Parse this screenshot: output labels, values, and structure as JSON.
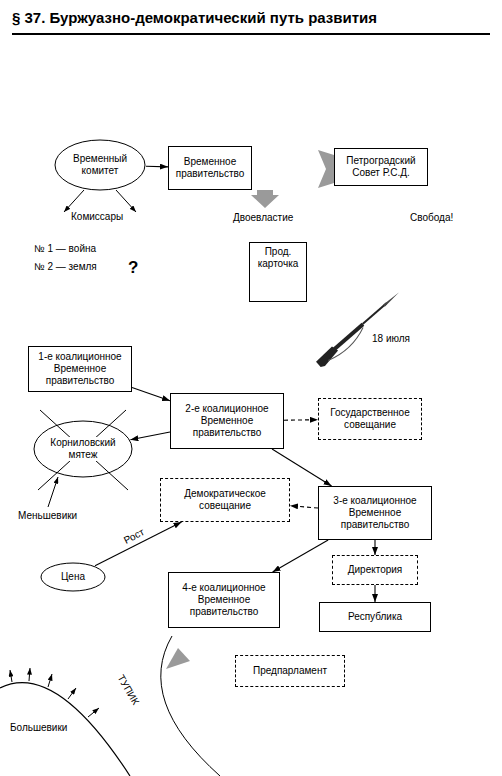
{
  "diagram": {
    "title": "§ 37. Буржуазно-демократический путь развития",
    "nodes": [
      {
        "text": [
          "Временный комитет"
        ]
      },
      {
        "text": [
          "Временное правительство"
        ]
      },
      {
        "text": [
          "Петроградский Совет Р.С.Д."
        ]
      },
      {
        "text": [
          "Прод. карточка"
        ]
      },
      {
        "text": [
          "1-е коалиционное Временное правительство"
        ]
      },
      {
        "text": [
          "2-е коалиционное Временное правительство"
        ]
      },
      {
        "text": [
          "Государственное совещание"
        ]
      },
      {
        "text": [
          "Корниловский мятеж"
        ]
      },
      {
        "text": [
          "Демократическое совещание"
        ]
      },
      {
        "text": [
          "3-е коалиционное Временное правительство"
        ]
      },
      {
        "text": [
          "Цена"
        ]
      },
      {
        "text": [
          "4-е коалиционное Временное правительство"
        ]
      },
      {
        "text": [
          "Директория"
        ]
      },
      {
        "text": [
          "Республика"
        ]
      },
      {
        "text": [
          "Предпарламент"
        ]
      }
    ],
    "edges": [
      {
        "from": 0,
        "to": 1,
        "arrow": "to"
      },
      {
        "from": 4,
        "to": 5,
        "arrow": "to"
      },
      {
        "from": 5,
        "to": 6,
        "arrow": "to"
      },
      {
        "from": 5,
        "to": 7,
        "arrow": "to"
      },
      {
        "from": 5,
        "to": 9,
        "arrow": "to"
      },
      {
        "from": 9,
        "to": 8,
        "arrow": "to"
      },
      {
        "from": 9,
        "to": 11,
        "arrow": "to"
      },
      {
        "from": 9,
        "to": 12,
        "arrow": "to"
      },
      {
        "from": 12,
        "to": 13,
        "arrow": "to"
      },
      {
        "from": 10,
        "to": 8,
        "label": "Рост",
        "arrow": "to"
      }
    ],
    "labels": [
      "Комиссары",
      "Двоевластие",
      "Свобода!",
      "№ 1 — война",
      "№ 2 — земля",
      "?",
      "18 июля",
      "Меньшевики",
      "ТУПИК",
      "Большевики"
    ]
  }
}
